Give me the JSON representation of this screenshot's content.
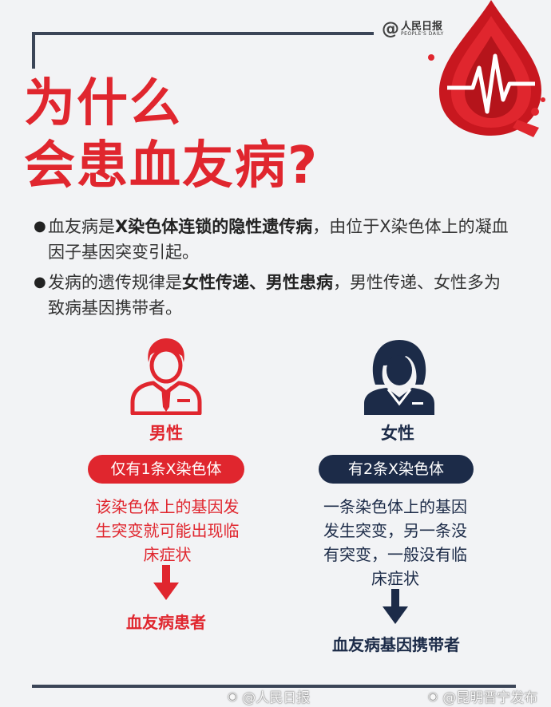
{
  "brand": {
    "at_symbol": "@",
    "name_cn": "人民日报",
    "name_en": "PEOPLE'S DAILY"
  },
  "title": {
    "line1": "为什么",
    "line2": "会患血友病?"
  },
  "bullets": [
    {
      "parts": [
        {
          "text": "血友病是",
          "bold": false
        },
        {
          "text": "X染色体连锁的隐性遗传病",
          "bold": true
        },
        {
          "text": "，由位于X染色体上的凝血因子基因突变引起。",
          "bold": false
        }
      ]
    },
    {
      "parts": [
        {
          "text": "发病的遗传规律是",
          "bold": false
        },
        {
          "text": "女性传递、男性患病",
          "bold": true
        },
        {
          "text": "，男性传递、女性多为致病基因携带者。",
          "bold": false
        }
      ]
    }
  ],
  "male": {
    "icon": "male-person-icon",
    "label": "男性",
    "pill": "仅有1条X染色体",
    "description": "该染色体上的基因发生突变就可能出现临床症状",
    "result": "血友病患者",
    "color": "#e0262e"
  },
  "female": {
    "icon": "female-person-icon",
    "label": "女性",
    "pill": "有2条X染色体",
    "description": "一条染色体上的基因发生突变，另一条没有突变，一般没有临床症状",
    "result": "血友病基因携带者",
    "color": "#1c2b48"
  },
  "watermarks": [
    {
      "text": "@人民日报"
    },
    {
      "text": "@昆明晋宁发布"
    }
  ],
  "colors": {
    "accent_red": "#e0262e",
    "navy": "#1c2b48",
    "background": "#f2f3f5"
  }
}
